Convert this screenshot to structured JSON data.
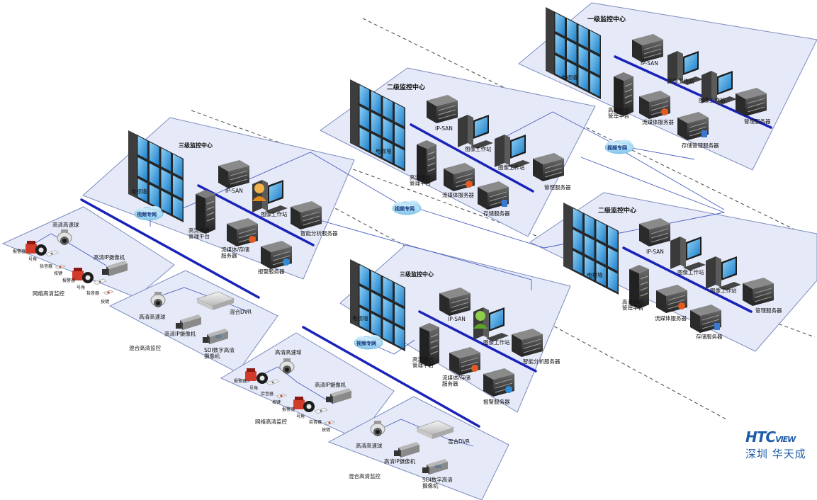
{
  "colors": {
    "panel_fill": "#e6eaf8",
    "panel_stroke": "#7c8cbf",
    "blue_line": "#1a23b8",
    "thin_line": "#4a5fc0",
    "logo": "#1f5ca8"
  },
  "centers": {
    "level1": {
      "title": "一级监控中心",
      "video_wall": "电视墙",
      "ip_san": "IP-SAN",
      "workstation_a": "图像工作站",
      "workstation_b": "图像工作站",
      "platform": "高清综合\n管理平台",
      "streaming": "流媒体服务器",
      "storage": "存储管理服务器",
      "management": "管理服务器"
    },
    "level2_top": {
      "title": "二级监控中心",
      "video_wall": "电视墙",
      "ip_san": "IP-SAN",
      "workstation_a": "图像工作站",
      "workstation_b": "图像工作站",
      "platform": "高清综合\n管理平台",
      "streaming": "流媒体服务器",
      "storage": "存储服务器",
      "management": "管理服务器"
    },
    "level2_right": {
      "title": "二级监控中心",
      "video_wall": "电视墙",
      "ip_san": "IP-SAN",
      "workstation_a": "图像工作站",
      "workstation_b": "图像工作站",
      "platform": "高清综合\n管理平台",
      "streaming": "流媒体服务器",
      "storage": "存储服务器",
      "management": "管理服务器"
    },
    "level3_left": {
      "title": "三级监控中心",
      "video_wall": "电视墙",
      "ip_san": "IP-SAN",
      "workstation": "图像工作站",
      "platform": "高清综合\n管理平台",
      "stream_storage": "流媒体/存储\n服务器",
      "analysis": "智能分析服务器",
      "alarm_server": "报警服务器"
    },
    "level3_mid": {
      "title": "三级监控中心",
      "video_wall": "电视墙",
      "ip_san": "IP-SAN",
      "workstation": "图像工作站",
      "platform": "高清综合\n管理平台",
      "stream_storage": "流媒体/存储\n服务器",
      "analysis": "智能分析服务器",
      "alarm_server": "报警服务器"
    }
  },
  "network": {
    "cloud_label": "视频专网"
  },
  "sites": {
    "network_hd_left": {
      "title": "网络高清监控",
      "speed_dome": "高清高速球",
      "ip_camera": "高清IP摄像机",
      "alarm": "报警器",
      "horn": "号角",
      "pickup": "拾音器",
      "button": "按键",
      "alarm2": "报警器",
      "horn2": "号角",
      "pickup2": "拾音器",
      "button2": "按键"
    },
    "hybrid_left": {
      "title": "混合高清监控",
      "speed_dome": "高清高速球",
      "dvr": "混合DVR",
      "ip_camera": "高清IP摄像机",
      "sdi_camera": "SDI数字高清\n摄像机",
      "sdi_tag": "SDI"
    },
    "network_hd_mid": {
      "title": "网络高清监控",
      "speed_dome": "高清高速球",
      "ip_camera": "高清IP摄像机",
      "alarm": "报警器",
      "horn": "号角",
      "pickup": "拾音器",
      "button": "按键",
      "alarm2": "报警器",
      "horn2": "号角",
      "pickup2": "拾音器",
      "button2": "按键"
    },
    "hybrid_mid": {
      "title": "混合高清监控",
      "speed_dome": "高清高速球",
      "dvr": "混合DVR",
      "ip_camera": "高清IP摄像机",
      "sdi_camera": "SDI数字高清\n摄像机",
      "sdi_tag": "SDI"
    }
  },
  "logo": {
    "brand_main": "HTC",
    "brand_tail": "VIEW",
    "subtitle": "深圳 华天成"
  }
}
